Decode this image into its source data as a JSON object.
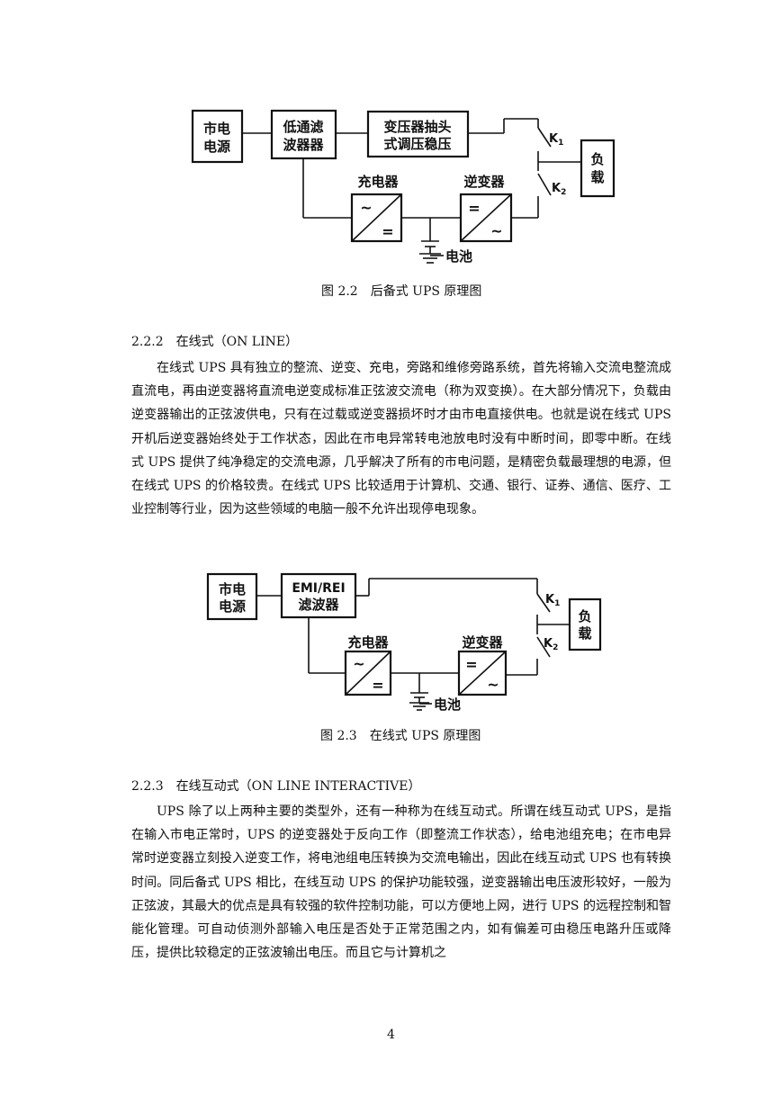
{
  "fig1": {
    "mains": [
      "市电",
      "电源"
    ],
    "filter": [
      "低通滤",
      "波器器"
    ],
    "tap": [
      "变压器抽头",
      "式调压稳压"
    ],
    "charger": "充电器",
    "inverter": "逆变器",
    "battery": "电池",
    "load": [
      "负",
      "载"
    ],
    "k1": "K",
    "k1_sub": "1",
    "k2": "K",
    "k2_sub": "2",
    "sym_ac": "~",
    "sym_dc": "=",
    "caption": "图 2.2　后备式 UPS 原理图"
  },
  "sec1": {
    "heading": "2.2.2　在线式（ON LINE）",
    "body": "在线式 UPS 具有独立的整流、逆变、充电，旁路和维修旁路系统，首先将输入交流电整流成直流电，再由逆变器将直流电逆变成标准正弦波交流电（称为双变换）。在大部分情况下，负载由逆变器输出的正弦波供电，只有在过载或逆变器损坏时才由市电直接供电。也就是说在线式 UPS 开机后逆变器始终处于工作状态，因此在市电异常转电池放电时没有中断时间，即零中断。在线式 UPS 提供了纯净稳定的交流电源，几乎解决了所有的市电问题，是精密负载最理想的电源，但在线式 UPS 的价格较贵。在线式 UPS 比较适用于计算机、交通、银行、证券、通信、医疗、工业控制等行业，因为这些领域的电脑一般不允许出现停电现象。"
  },
  "fig2": {
    "mains": [
      "市电",
      "电源"
    ],
    "filter": [
      "EMI/REI",
      "滤波器"
    ],
    "charger": "充电器",
    "inverter": "逆变器",
    "battery": "电池",
    "load": [
      "负",
      "载"
    ],
    "k1": "K",
    "k1_sub": "1",
    "k2": "K",
    "k2_sub": "2",
    "sym_ac": "~",
    "sym_dc": "=",
    "caption": "图 2.3　在线式 UPS 原理图"
  },
  "sec2": {
    "heading": "2.2.3　在线互动式（ON LINE INTERACTIVE）",
    "body": "UPS 除了以上两种主要的类型外，还有一种称为在线互动式。所谓在线互动式 UPS，是指在输入市电正常时，UPS 的逆变器处于反向工作（即整流工作状态），给电池组充电；在市电异常时逆变器立刻投入逆变工作，将电池组电压转换为交流电输出，因此在线互动式 UPS 也有转换时间。同后备式 UPS 相比，在线互动 UPS 的保护功能较强，逆变器输出电压波形较好，一般为正弦波，其最大的优点是具有较强的软件控制功能，可以方便地上网，进行 UPS 的远程控制和智能化管理。可自动侦测外部输入电压是否处于正常范围之内，如有偏差可由稳压电路升压或降压，提供比较稳定的正弦波输出电压。而且它与计算机之"
  },
  "page_number": "4"
}
